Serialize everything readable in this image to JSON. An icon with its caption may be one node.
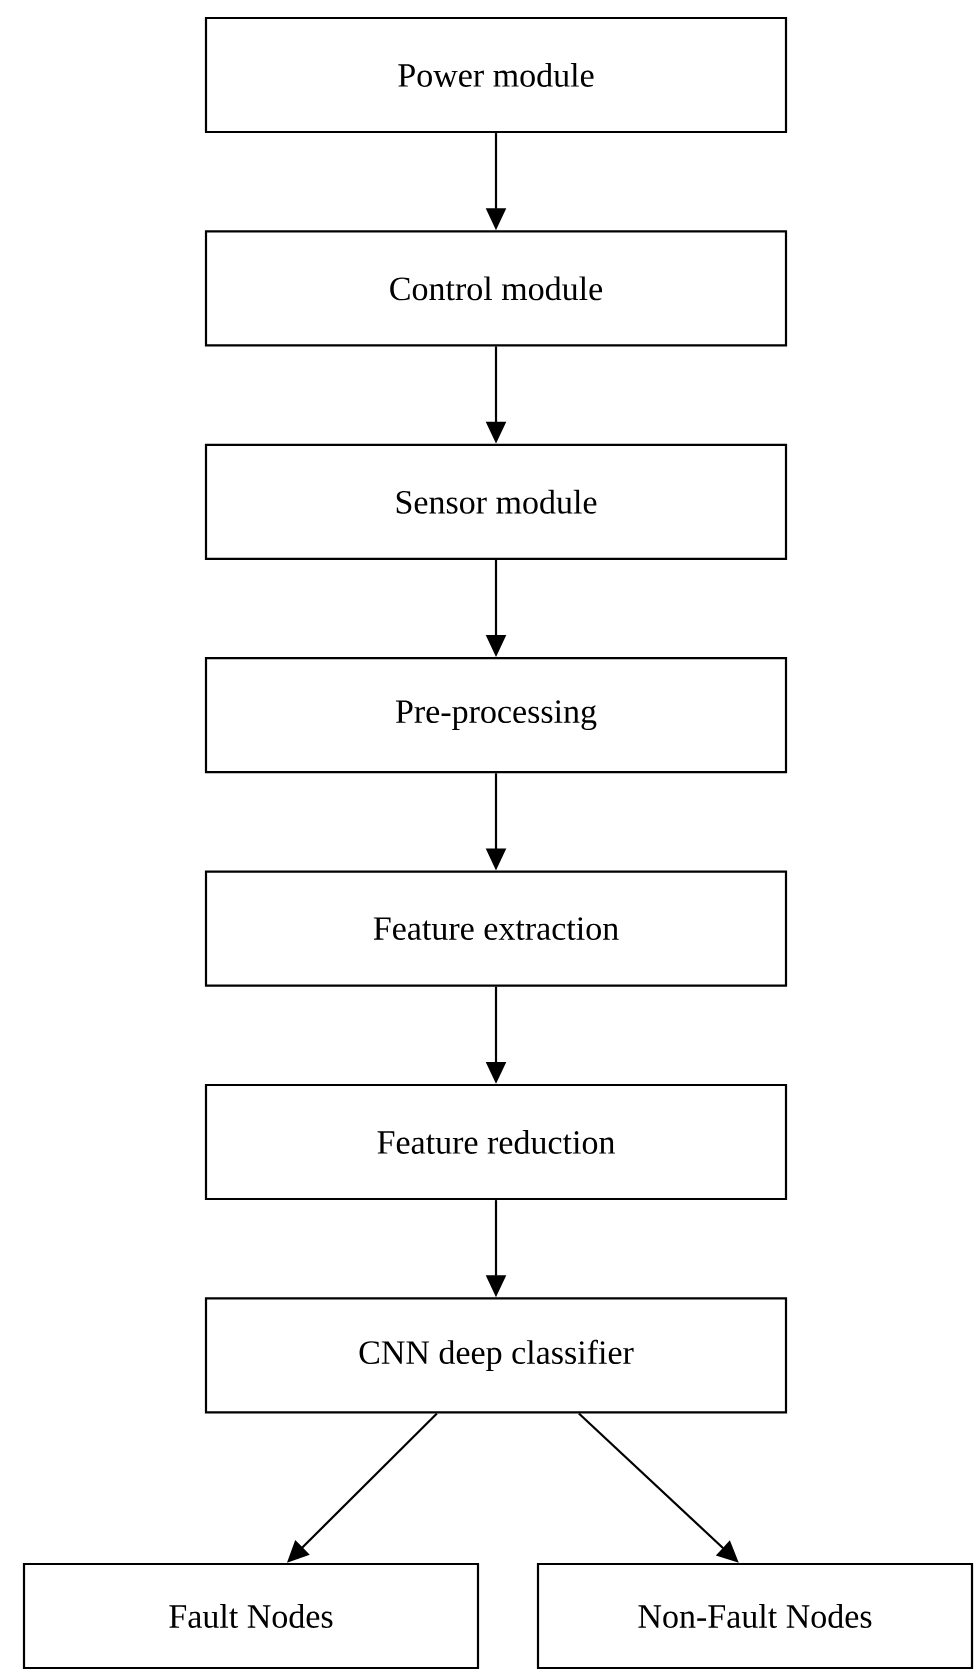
{
  "diagram": {
    "nodes": [
      {
        "text": [
          "Power module"
        ]
      },
      {
        "text": [
          "Control module"
        ]
      },
      {
        "text": [
          "Sensor module"
        ]
      },
      {
        "text": [
          "Pre-processing"
        ]
      },
      {
        "text": [
          "Feature extraction"
        ]
      },
      {
        "text": [
          "Feature reduction"
        ]
      },
      {
        "text": [
          "CNN deep classifier"
        ]
      },
      {
        "text": [
          "Fault Nodes"
        ]
      },
      {
        "text": [
          "Non-Fault Nodes"
        ]
      }
    ],
    "edges": [
      {
        "from": 0,
        "to": 1,
        "arrow": "to"
      },
      {
        "from": 1,
        "to": 2,
        "arrow": "to"
      },
      {
        "from": 2,
        "to": 3,
        "arrow": "to"
      },
      {
        "from": 3,
        "to": 4,
        "arrow": "to"
      },
      {
        "from": 4,
        "to": 5,
        "arrow": "to"
      },
      {
        "from": 5,
        "to": 6,
        "arrow": "to"
      },
      {
        "from": 6,
        "to": 7,
        "arrow": "to"
      },
      {
        "from": 6,
        "to": 8,
        "arrow": "to"
      }
    ]
  }
}
